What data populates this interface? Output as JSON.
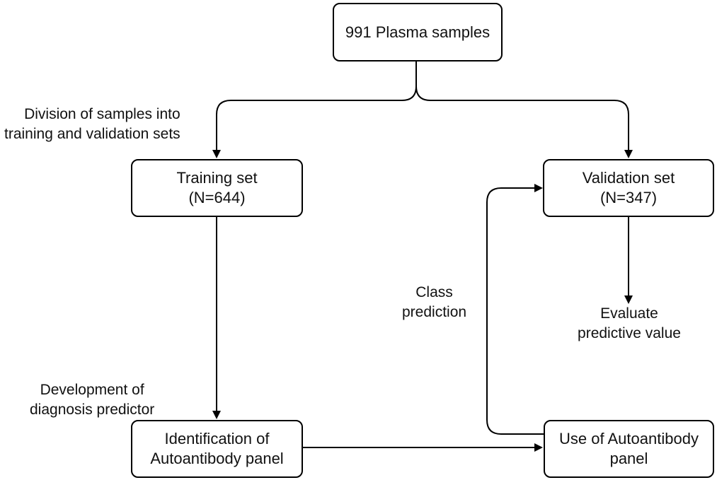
{
  "nodes": {
    "plasma": {
      "lines": [
        "991 Plasma samples"
      ]
    },
    "training": {
      "lines": [
        "Training set",
        "(N=644)"
      ]
    },
    "validation": {
      "lines": [
        "Validation set",
        "(N=347)"
      ]
    },
    "identification": {
      "lines": [
        "Identification of",
        "Autoantibody panel"
      ]
    },
    "use": {
      "lines": [
        "Use of Autoantibody",
        "panel"
      ]
    }
  },
  "edge_labels": {
    "division": [
      "Division of samples into",
      "training and validation sets"
    ],
    "development": [
      "Development of",
      "diagnosis predictor"
    ],
    "class_prediction": [
      "Class",
      "prediction"
    ],
    "evaluate": [
      "Evaluate",
      "predictive value"
    ]
  }
}
